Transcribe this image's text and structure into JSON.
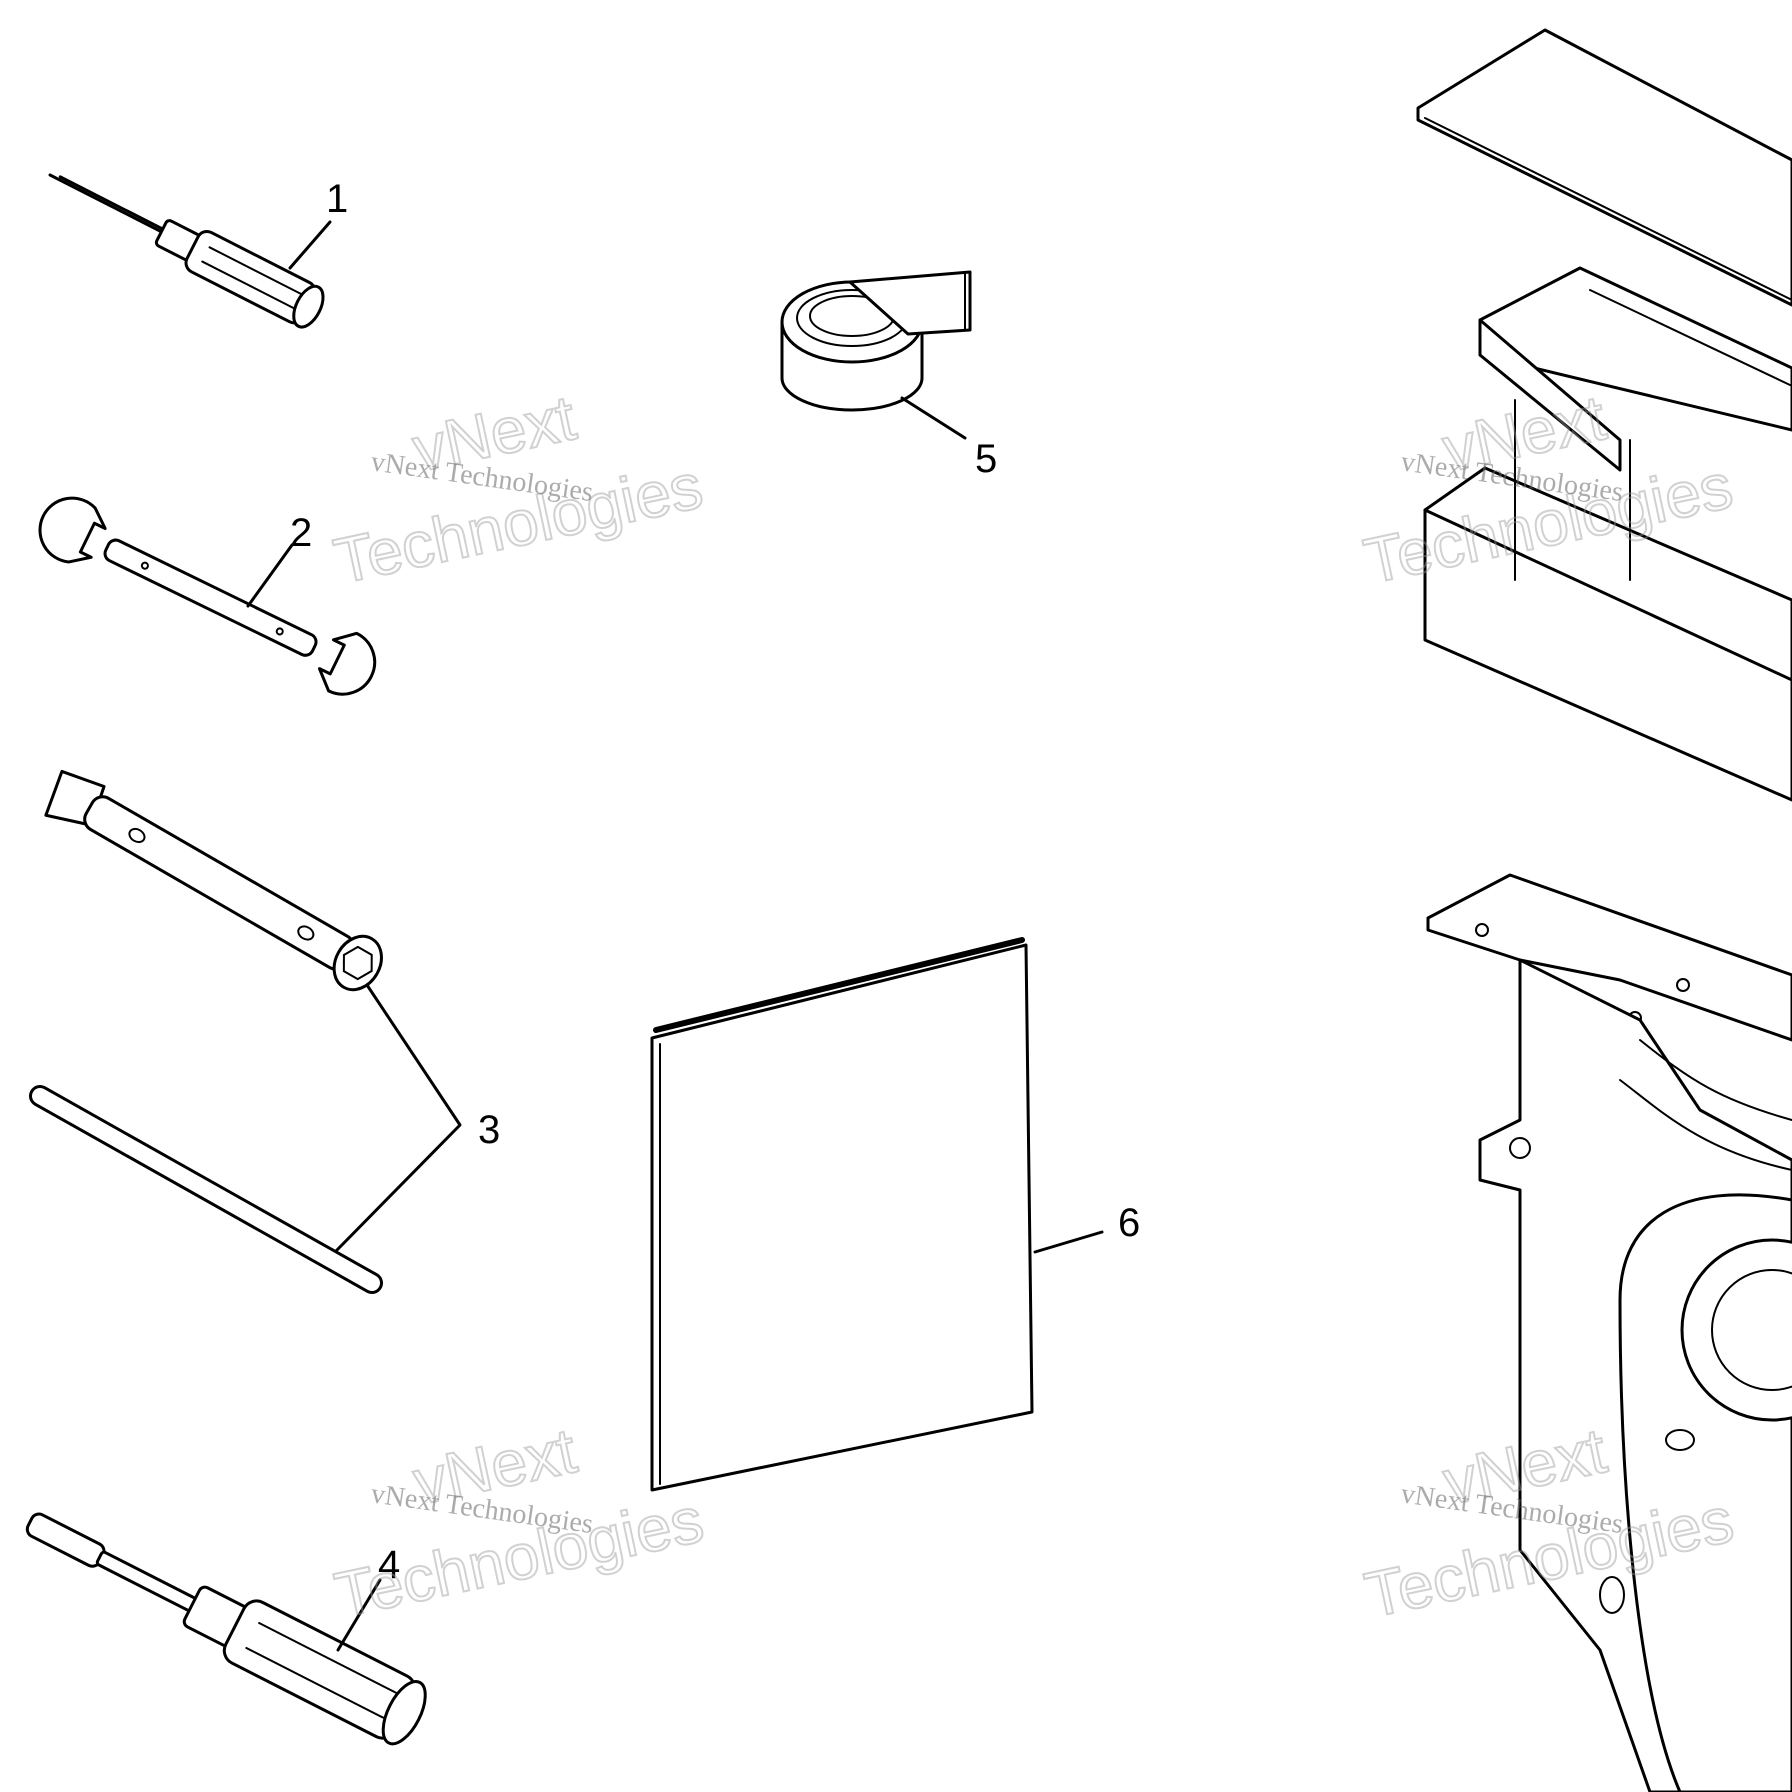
{
  "callouts": {
    "c1": "1",
    "c2": "2",
    "c3": "3",
    "c4": "4",
    "c5": "5",
    "c6": "6"
  },
  "watermark": {
    "line1": "vNext",
    "line2": "Technologies",
    "small": "vNext Technologies"
  }
}
